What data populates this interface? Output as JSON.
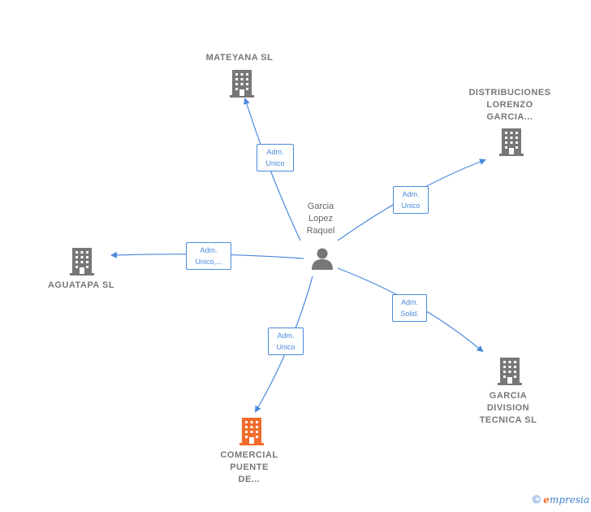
{
  "center": {
    "name": "Garcia\nLopez\nRaquel"
  },
  "companies": [
    {
      "id": "mateyana",
      "name": "MATEYANA  SL",
      "role": "Adm.\nUnico"
    },
    {
      "id": "distribuciones",
      "name": "DISTRIBUCIONES\nLORENZO\nGARCIA...",
      "role": "Adm.\nUnico"
    },
    {
      "id": "aguatapa",
      "name": "AGUATAPA  SL",
      "role": "Adm.\nUnico,..."
    },
    {
      "id": "garcia-division",
      "name": "GARCIA\nDIVISION\nTECNICA SL",
      "role": "Adm.\nSolid."
    },
    {
      "id": "comercial",
      "name": "COMERCIAL\nPUENTE\nDE...",
      "role": "Adm.\nUnico"
    }
  ],
  "colors": {
    "edge": "#4a89dc",
    "building": "#777777",
    "highlight": "#f26b2a",
    "person": "#777777"
  },
  "footer": {
    "copyright": "©",
    "brand_first": "e",
    "brand_rest": "mpresia"
  }
}
